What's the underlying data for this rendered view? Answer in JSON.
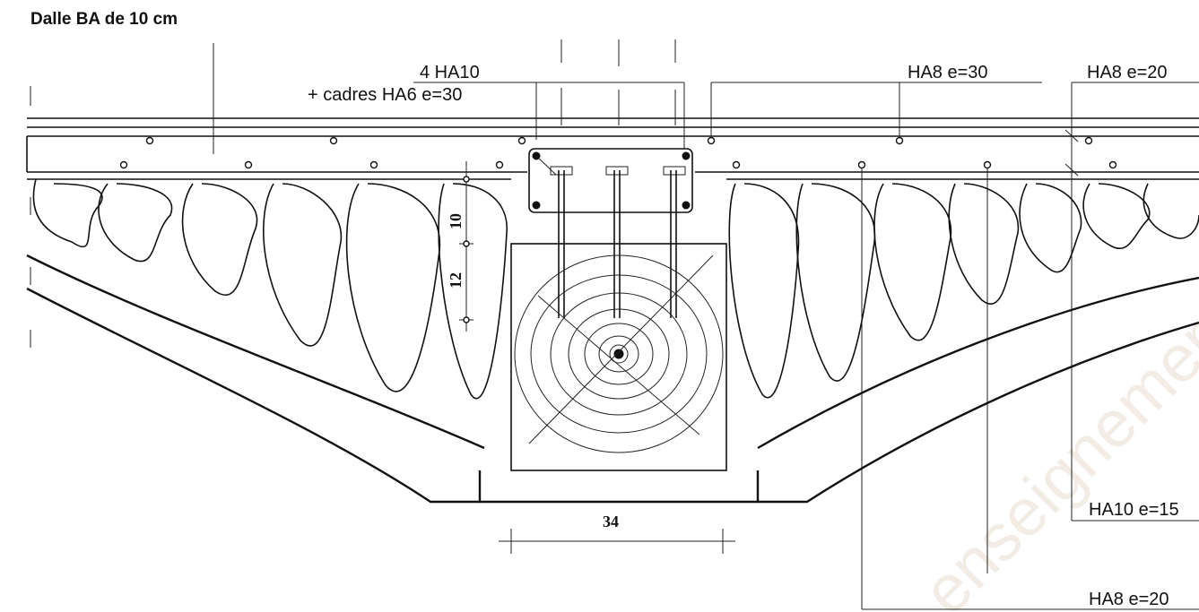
{
  "title": "Dalle BA de 10 cm",
  "labels": {
    "top_rebar": "4 HA10",
    "stirrups": "+ cadres HA6 e=30",
    "rebar_mid": "HA8 e=30",
    "rebar_right_top": "HA8 e=20",
    "rebar_right_mid": "HA10 e=15",
    "rebar_right_bottom": "HA8 e=20"
  },
  "dimensions": {
    "slab_height": "10",
    "beam_depth": "12",
    "beam_width": "34"
  },
  "watermark": "enseignement.be"
}
